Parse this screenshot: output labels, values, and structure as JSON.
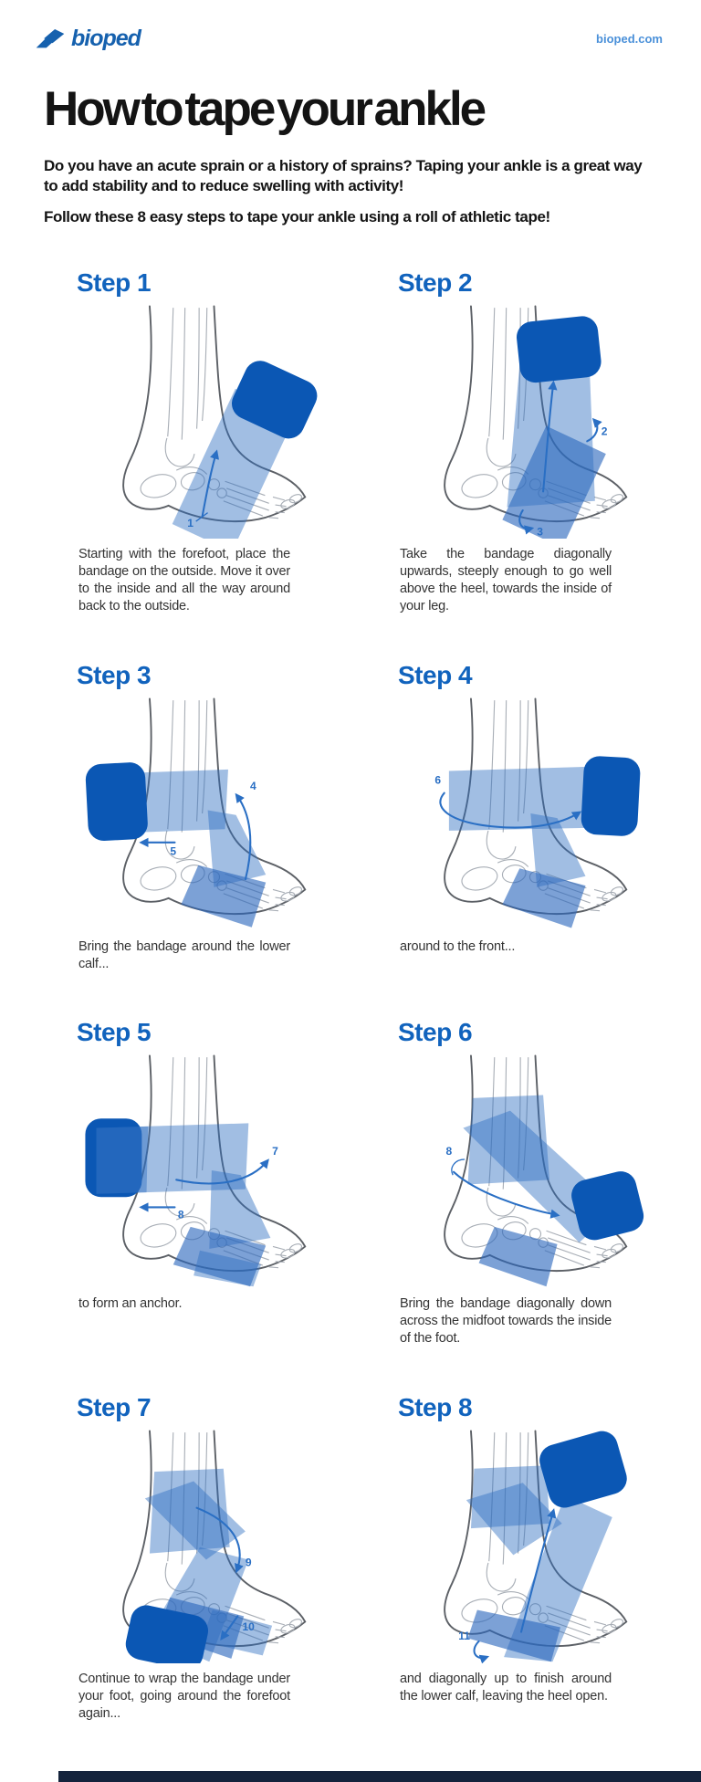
{
  "header": {
    "logo_text": "bioped",
    "site_link": "bioped.com"
  },
  "title": "How to tape your ankle",
  "intro": {
    "p1": "Do you have an acute sprain or a history of sprains? Taping your ankle is a great way to add stability and to reduce swelling with activity!",
    "p2": "Follow these 8 easy steps to tape your ankle using a roll of athletic tape!"
  },
  "colors": {
    "brand_blue": "#1661ae",
    "link_blue": "#4a90d9",
    "heading_blue": "#1163bd",
    "tape_light": "#9dbbe2",
    "tape_mid": "#4f84cd",
    "roll_blue": "#0b57b4",
    "footer_navy": "#14233c"
  },
  "steps": [
    {
      "label": "Step 1",
      "caption": "Starting with the forefoot, place the bandage on the outside. Move it over to the inside and all the way around back to the outside.",
      "figure_labels": [
        "1"
      ]
    },
    {
      "label": "Step 2",
      "caption": "Take the bandage diagonally upwards, steeply enough to go well above the heel, towards the inside of your leg.",
      "figure_labels": [
        "2",
        "3"
      ]
    },
    {
      "label": "Step 3",
      "caption": "Bring the bandage around the lower calf...",
      "figure_labels": [
        "4",
        "5"
      ]
    },
    {
      "label": "Step 4",
      "caption": "around to the front...",
      "figure_labels": [
        "6"
      ]
    },
    {
      "label": "Step 5",
      "caption": "to form an anchor.",
      "figure_labels": [
        "7",
        "8"
      ]
    },
    {
      "label": "Step 6",
      "caption": "Bring the bandage diagonally down across the midfoot towards the inside of the foot.",
      "figure_labels": [
        "8"
      ]
    },
    {
      "label": "Step 7",
      "caption": "Continue to wrap the bandage under your foot, going around the forefoot again...",
      "figure_labels": [
        "9",
        "10"
      ]
    },
    {
      "label": "Step 8",
      "caption": "and diagonally up to finish around the lower calf, leaving the heel open.",
      "figure_labels": [
        "11"
      ]
    }
  ]
}
